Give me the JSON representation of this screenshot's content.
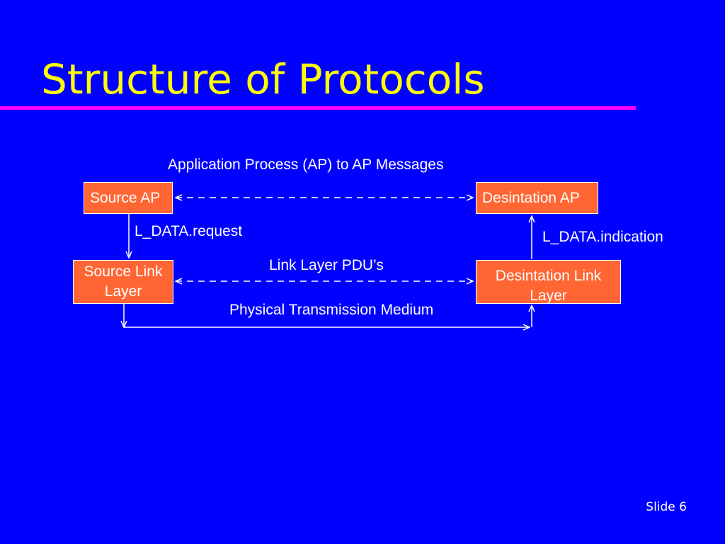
{
  "title": "Structure of Protocols",
  "colors": {
    "background": "#0000ff",
    "title": "#ffff00",
    "rule": "#ff00ff",
    "box_fill": "#ff6633",
    "text": "#ffffff"
  },
  "diagram": {
    "top_caption": "Application Process (AP) to AP Messages",
    "source_ap": "Source AP",
    "destination_ap": "Desintation AP",
    "request_label": "L_DATA.request",
    "indication_label": "L_DATA.indication",
    "pdu_caption": "Link Layer PDU’s",
    "source_link": "Source Link Layer",
    "destination_link": "Desintation Link Layer",
    "medium_caption": "Physical Transmission Medium"
  },
  "footer": {
    "slide_number": "Slide 6"
  }
}
